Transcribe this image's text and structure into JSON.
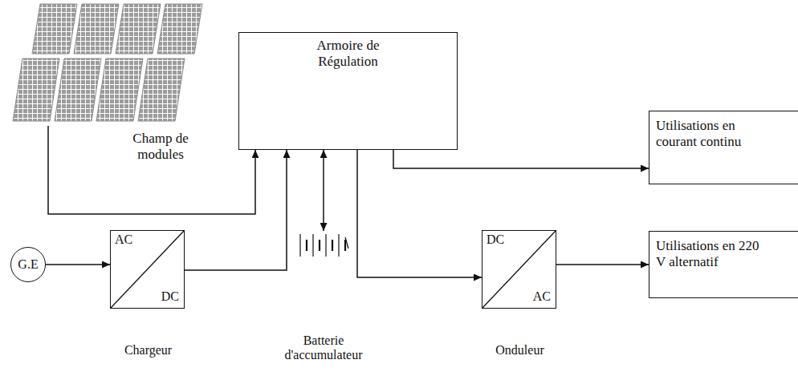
{
  "diagram": {
    "nodes": [
      {
        "text": [
          "Champ de modules"
        ]
      },
      {
        "text": [
          "Armoire de Régulation"
        ]
      },
      {
        "text": [
          "Utilisations en courant continu"
        ]
      },
      {
        "text": [
          "Utilisations en 220 V alternatif"
        ]
      },
      {
        "text": [
          "G.E"
        ]
      },
      {
        "text": [
          "AC",
          "DC",
          "Chargeur"
        ]
      },
      {
        "text": [
          "Batterie d'accumulateur"
        ]
      },
      {
        "text": [
          "DC",
          "AC",
          "Onduleur"
        ]
      }
    ],
    "edges": [
      {
        "from": 0,
        "to": 1,
        "arrow": "to"
      },
      {
        "from": 4,
        "to": 5,
        "arrow": "to"
      },
      {
        "from": 5,
        "to": 1,
        "arrow": "to"
      },
      {
        "from": 1,
        "to": 6,
        "arrow": "both"
      },
      {
        "from": 1,
        "to": 2,
        "arrow": "to"
      },
      {
        "from": 1,
        "to": 7,
        "arrow": "to"
      },
      {
        "from": 7,
        "to": 3,
        "arrow": "to"
      }
    ]
  }
}
